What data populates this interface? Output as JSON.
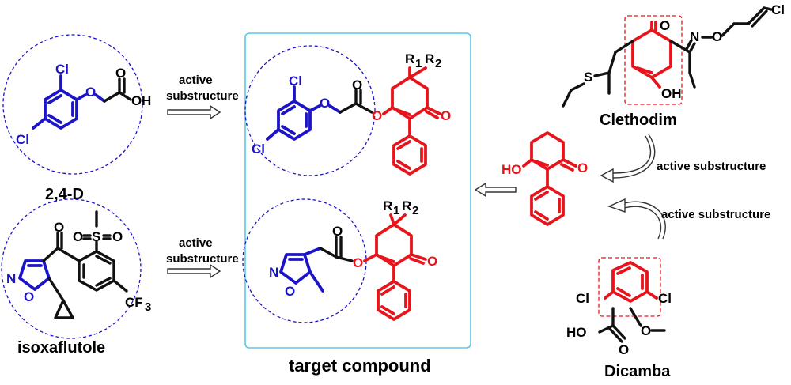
{
  "labels": {
    "d24": "2,4-D",
    "isoxaflutole": "isoxaflutole",
    "target": "target compound",
    "clethodim": "Clethodim",
    "dicamba": "Dicamba"
  },
  "arrows": {
    "top_line1": "active",
    "top_line2": "substructure",
    "mid_line1": "active",
    "mid_line2": "substructure",
    "right_top": "active substructure",
    "right_bottom": "active substructure"
  },
  "atoms": {
    "cl": "Cl",
    "o": "O",
    "oh": "OH",
    "ho": "HO",
    "h": "H",
    "n": "N",
    "s": "S",
    "cf3": "CF",
    "cf3_sub": "3",
    "r1": "R",
    "r1_sub": "1",
    "r2": "R",
    "r2_sub": "2"
  },
  "colors": {
    "black": "#111111",
    "blue": "#1c14c8",
    "red": "#e8141c",
    "box": "#5bc8e8"
  }
}
